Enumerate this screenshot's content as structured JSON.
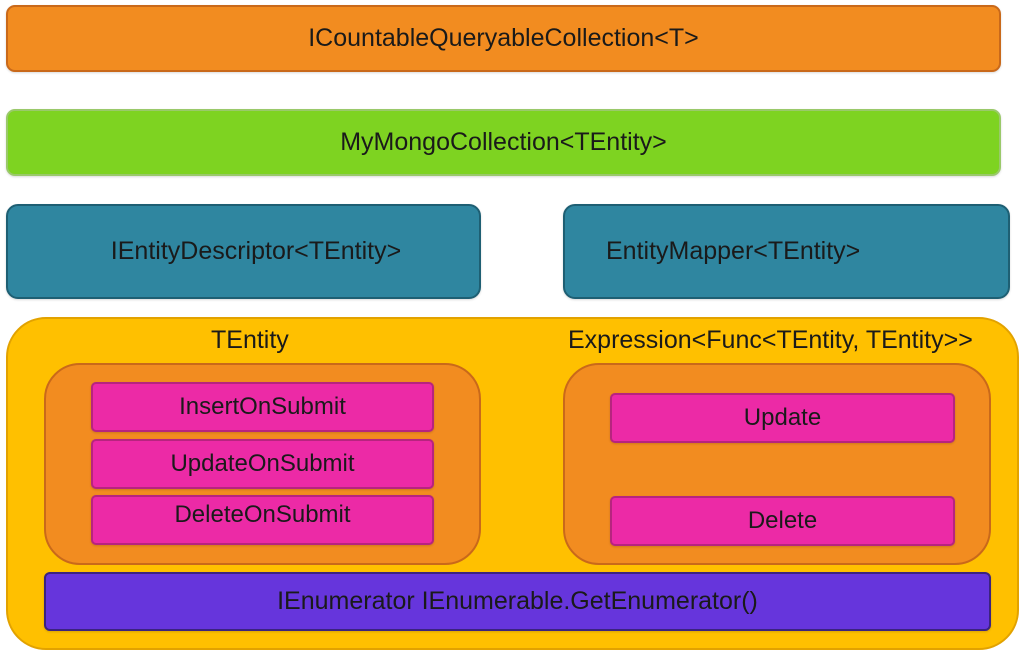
{
  "boxes": {
    "top": "ICountableQueryableCollection<T>",
    "green": "MyMongoCollection<TEntity>",
    "teal_left": "IEntityDescriptor<TEntity>",
    "teal_right": "EntityMapper<TEntity>"
  },
  "container": {
    "tentity_label": "TEntity",
    "expression_label": "Expression<Func<TEntity, TEntity>>",
    "left_methods": [
      "InsertOnSubmit",
      "UpdateOnSubmit",
      "DeleteOnSubmit"
    ],
    "right_methods": [
      "Update",
      "Delete"
    ],
    "enumerator": "IEnumerator IEnumerable.GetEnumerator()"
  },
  "colors": {
    "orange": "#f28c20",
    "green": "#7ed321",
    "teal": "#2f86a0",
    "yellow": "#ffc000",
    "pink": "#ec2aa6",
    "purple": "#6635dc"
  }
}
